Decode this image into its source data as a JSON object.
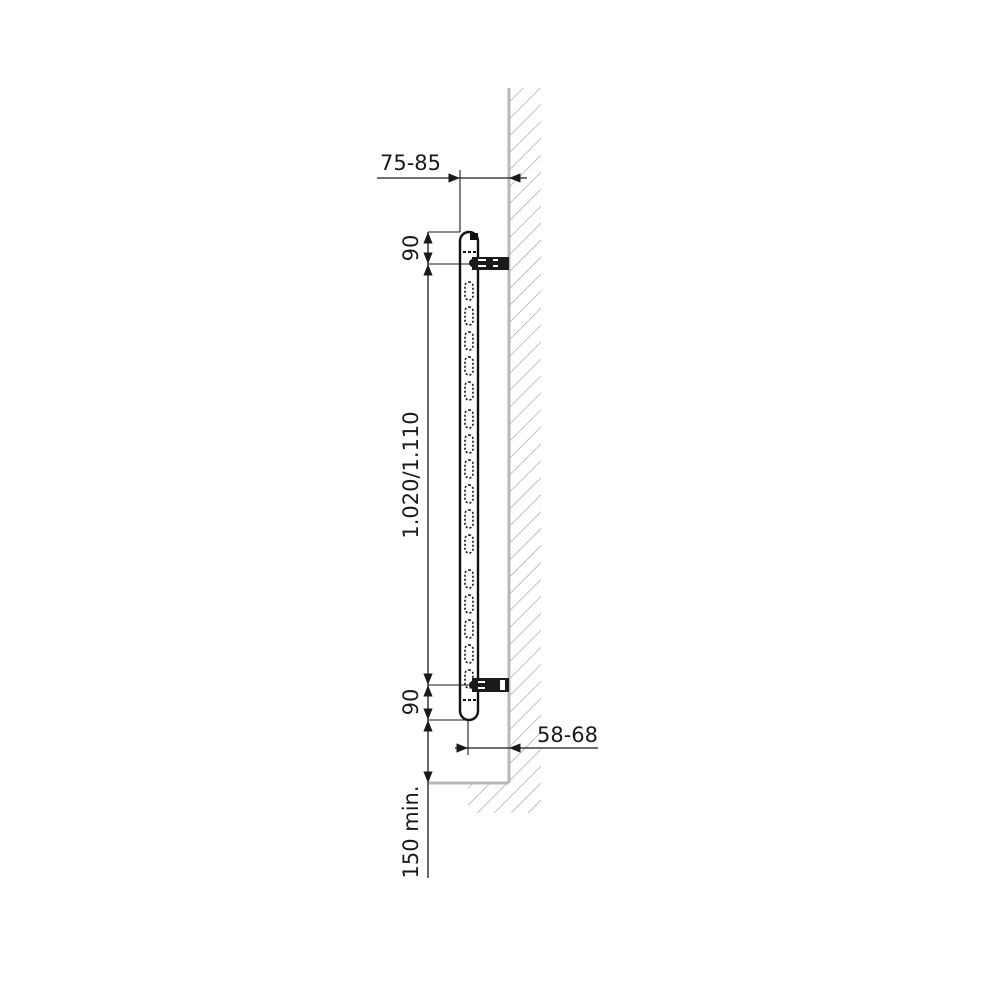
{
  "drawing": {
    "view": "side elevation",
    "subject": "wall-mounted vertical radiator",
    "colors": {
      "line": "#1a1a1a",
      "wall_face": "#b8b8b8",
      "hatch": "#9a9a9a",
      "background": "#ffffff"
    },
    "dimensions": {
      "top_depth": {
        "label": "75-85",
        "orientation": "horizontal"
      },
      "top_offset": {
        "label": "90",
        "orientation": "vertical"
      },
      "bracket_spacing": {
        "label": "1.020/1.110",
        "orientation": "vertical"
      },
      "bottom_offset": {
        "label": "90",
        "orientation": "vertical"
      },
      "bottom_depth": {
        "label": "58-68",
        "orientation": "horizontal"
      },
      "floor_clearance": {
        "label": "150 min.",
        "orientation": "vertical"
      }
    },
    "elements": {
      "wall": "hatched wall section",
      "floor": "hatched floor section",
      "radiator": "vertical radiator body with perforated slots",
      "brackets": [
        "top wall bracket",
        "bottom wall bracket"
      ]
    }
  }
}
